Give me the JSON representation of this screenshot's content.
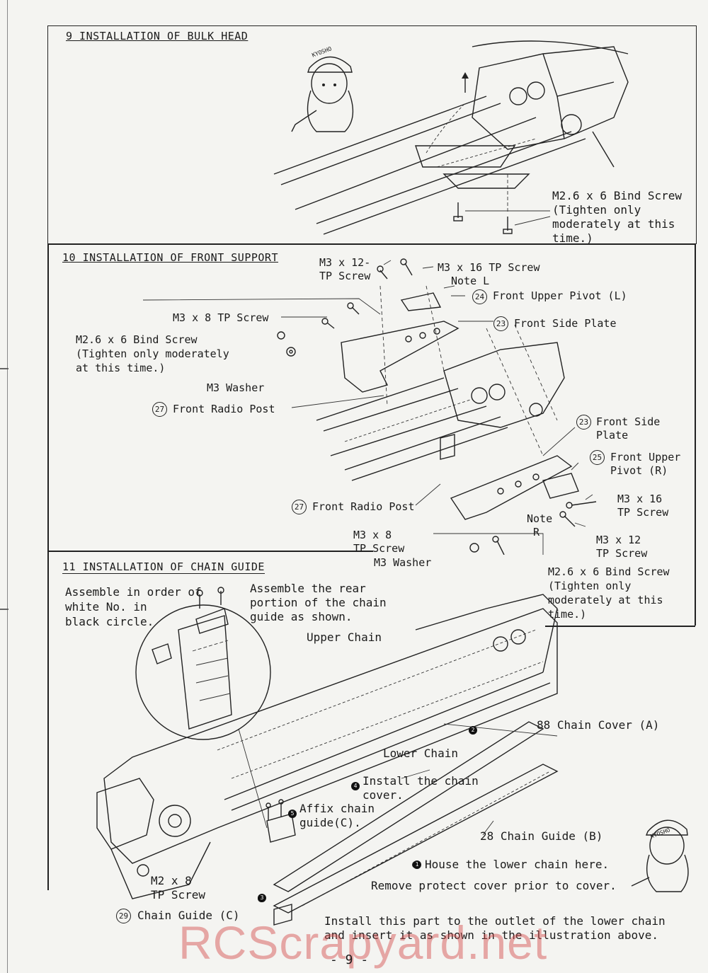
{
  "sections": {
    "s9": {
      "heading": "9 INSTALLATION OF BULK HEAD",
      "bind_screw": "M2.6 x 6 Bind Screw\n(Tighten only\nmoderately at this\ntime.)"
    },
    "s10": {
      "heading": "10 INSTALLATION OF FRONT SUPPORT",
      "m3x12_top": "M3 x 12-\nTP Screw",
      "m3x16_top": "M3 x 16 TP Screw",
      "note_l": "Note L",
      "front_upper_pivot_l": "Front Upper Pivot (L)",
      "front_side_plate_top": "Front Side Plate",
      "m3x8_top": "M3 x 8 TP Screw",
      "bind_screw_left": "M2.6 x 6 Bind Screw\n(Tighten only moderately\nat this time.)",
      "m3_washer_top": "M3 Washer",
      "front_radio_post_top": "Front Radio Post",
      "front_side_plate_right": "Front Side\nPlate",
      "front_upper_pivot_r": "Front Upper\nPivot (R)",
      "m3x16_right": "M3 x 16\nTP Screw",
      "note_r": "Note\n R",
      "m3x12_right": "M3 x 12\nTP Screw",
      "front_radio_post_bottom": "Front Radio Post",
      "m3x8_bottom": "M3 x 8\nTP Screw",
      "m3_washer_bottom": "M3 Washer",
      "bind_screw_right": "M2.6 x 6 Bind Screw\n(Tighten only\nmoderately at this\ntime.)"
    },
    "s11": {
      "heading": "11 INSTALLATION OF CHAIN GUIDE",
      "assemble_order": "Assemble in order of\nwhite No. in\nblack circle.",
      "assemble_rear": "Assemble the rear\nportion of the chain\nguide as shown.",
      "upper_chain": "Upper Chain",
      "chain_cover_a": "88 Chain Cover (A)",
      "lower_chain": "Lower Chain",
      "install_cover": "Install the chain\ncover.",
      "affix_guide": "Affix chain\nguide(C).",
      "chain_guide_b": "28 Chain Guide (B)",
      "house_lower": "House the lower chain here.",
      "remove_protect": "Remove protect cover prior to cover.",
      "m2x8": "M2 x 8\nTP Screw",
      "chain_guide_c": "Chain Guide (C)",
      "install_part": "Install this part to the outlet of the lower chain\nand insert it as shown in the illustration above."
    }
  },
  "callouts": {
    "n24": "24",
    "n23a": "23",
    "n27a": "27",
    "n23b": "23",
    "n25": "25",
    "n27b": "27",
    "n29": "29",
    "step1": "1",
    "step2": "2",
    "step3": "3",
    "step4": "4",
    "step5": "5"
  },
  "mascot_cap": "KYOSHO",
  "page_number": "- 9 -",
  "watermark": "RCScrapyard.net"
}
